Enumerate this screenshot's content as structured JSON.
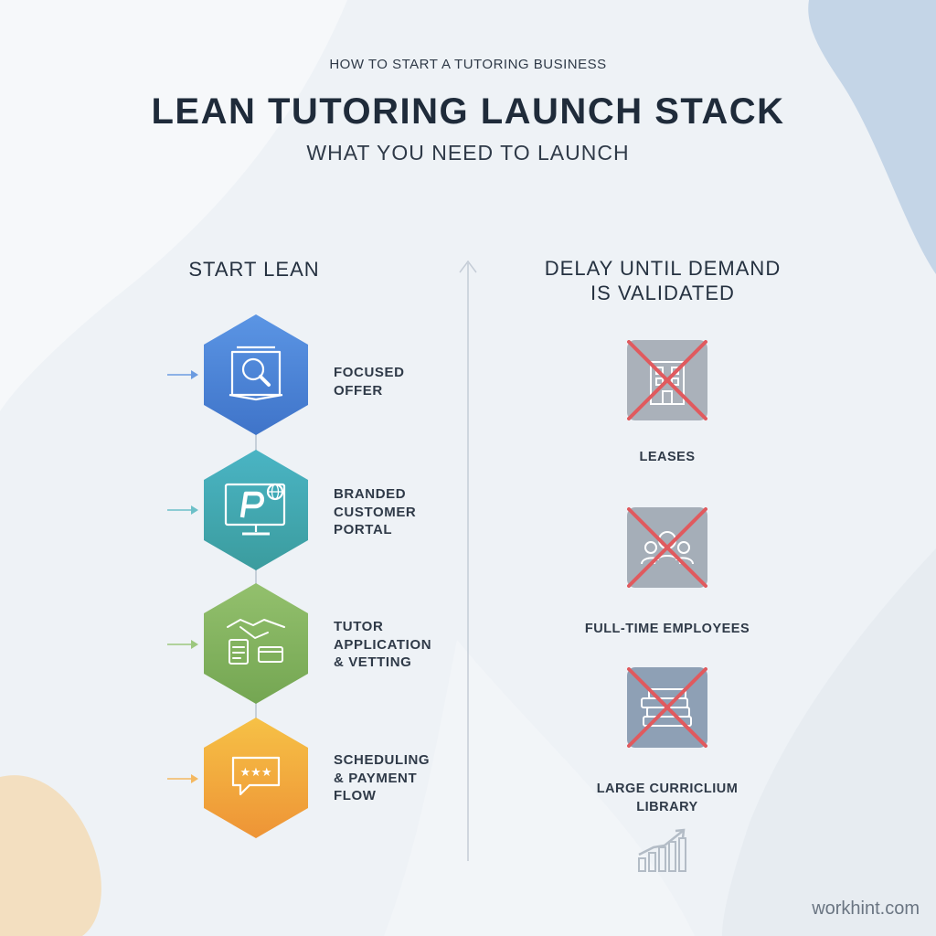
{
  "header": {
    "kicker": "HOW TO START A TUTORING BUSINESS",
    "title": "LEAN TUTORING LAUNCH STACK",
    "subtitle": "WHAT YOU NEED TO LAUNCH"
  },
  "left_column": {
    "heading": "START LEAN",
    "steps": [
      {
        "label": "FOCUSED\nOFFER",
        "icon": "book-search-icon",
        "color": "#4a86d8"
      },
      {
        "label": "BRANDED\nCUSTOMER\nPORTAL",
        "icon": "monitor-web-icon",
        "color": "#3fa9b6"
      },
      {
        "label": "TUTOR\nAPPLICATION\n& VETTING",
        "icon": "handshake-icon",
        "color": "#86b860"
      },
      {
        "label": "SCHEDULING\n& PAYMENT\nFLOW",
        "icon": "rating-chat-icon",
        "color": "#f2a33a"
      }
    ]
  },
  "right_column": {
    "heading": "DELAY UNTIL DEMAND\nIS VALIDATED",
    "items": [
      {
        "label": "LEASES",
        "icon": "building-icon",
        "color": "#aab1ba"
      },
      {
        "label": "FULL-TIME EMPLOYEES",
        "icon": "team-icon",
        "color": "#a5aeb8"
      },
      {
        "label": "LARGE CURRICLIUM\nLIBRARY",
        "icon": "book-stack-icon",
        "color": "#8ea0b5"
      }
    ]
  },
  "footer": {
    "brand": "workhint.com",
    "chart_icon": "growth-chart-icon"
  },
  "colors": {
    "cross": "#e05a5e",
    "divider": "#c4ccd6",
    "background": "#eef2f6"
  }
}
